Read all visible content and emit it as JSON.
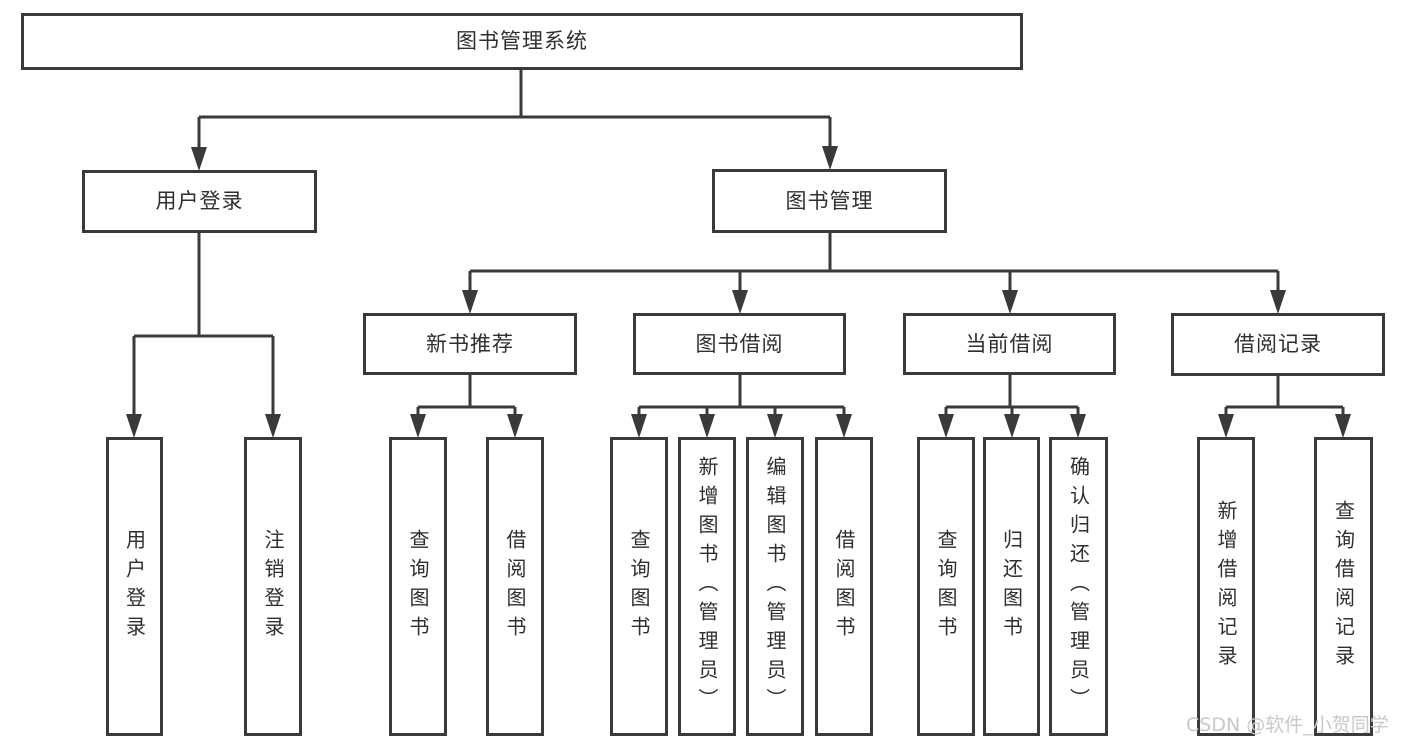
{
  "diagram": {
    "type": "hierarchy-tree",
    "tree": {
      "label": "图书管理系统",
      "children": [
        {
          "label": "用户登录",
          "children": [
            {
              "label": "用户登录"
            },
            {
              "label": "注销登录"
            }
          ]
        },
        {
          "label": "图书管理",
          "children": [
            {
              "label": "新书推荐",
              "children": [
                {
                  "label": "查询图书"
                },
                {
                  "label": "借阅图书"
                }
              ]
            },
            {
              "label": "图书借阅",
              "children": [
                {
                  "label": "查询图书"
                },
                {
                  "label": "新增图书（管理员）"
                },
                {
                  "label": "编辑图书（管理员）"
                },
                {
                  "label": "借阅图书"
                }
              ]
            },
            {
              "label": "当前借阅",
              "children": [
                {
                  "label": "查询图书"
                },
                {
                  "label": "归还图书"
                },
                {
                  "label": "确认归还（管理员）"
                }
              ]
            },
            {
              "label": "借阅记录",
              "children": [
                {
                  "label": "新增借阅记录"
                },
                {
                  "label": "查询借阅记录"
                }
              ]
            }
          ]
        }
      ]
    },
    "colors": {
      "line": "#3a3a3a",
      "text": "#2f2f2f",
      "background": "#ffffff",
      "watermark": "#c9c9c9"
    }
  },
  "watermark": {
    "text": "CSDN @软件_小贺同学"
  }
}
